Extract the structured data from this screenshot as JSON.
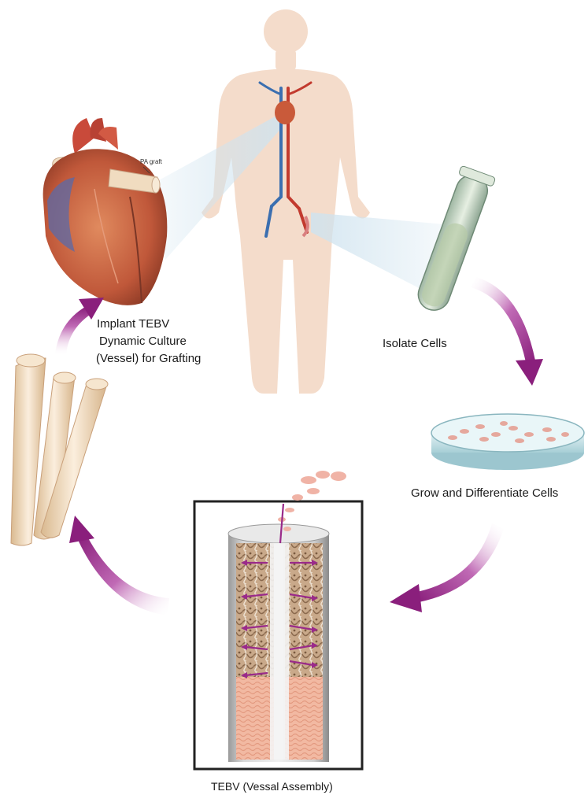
{
  "labels": {
    "implant": [
      "Implant TEBV",
      "Dynamic Culture",
      "(Vessel) for Grafting"
    ],
    "isolate": "Isolate Cells",
    "grow": "Grow and Differentiate Cells",
    "tebv": "TEBV (Vessal Assembly)",
    "pa_graft": "PA graft"
  },
  "colors": {
    "arrow": "#9a2a8a",
    "skin": "#f4dccb",
    "heart": "#c95a3a",
    "vessel": "#f0dcc0",
    "box_border": "#222222"
  }
}
